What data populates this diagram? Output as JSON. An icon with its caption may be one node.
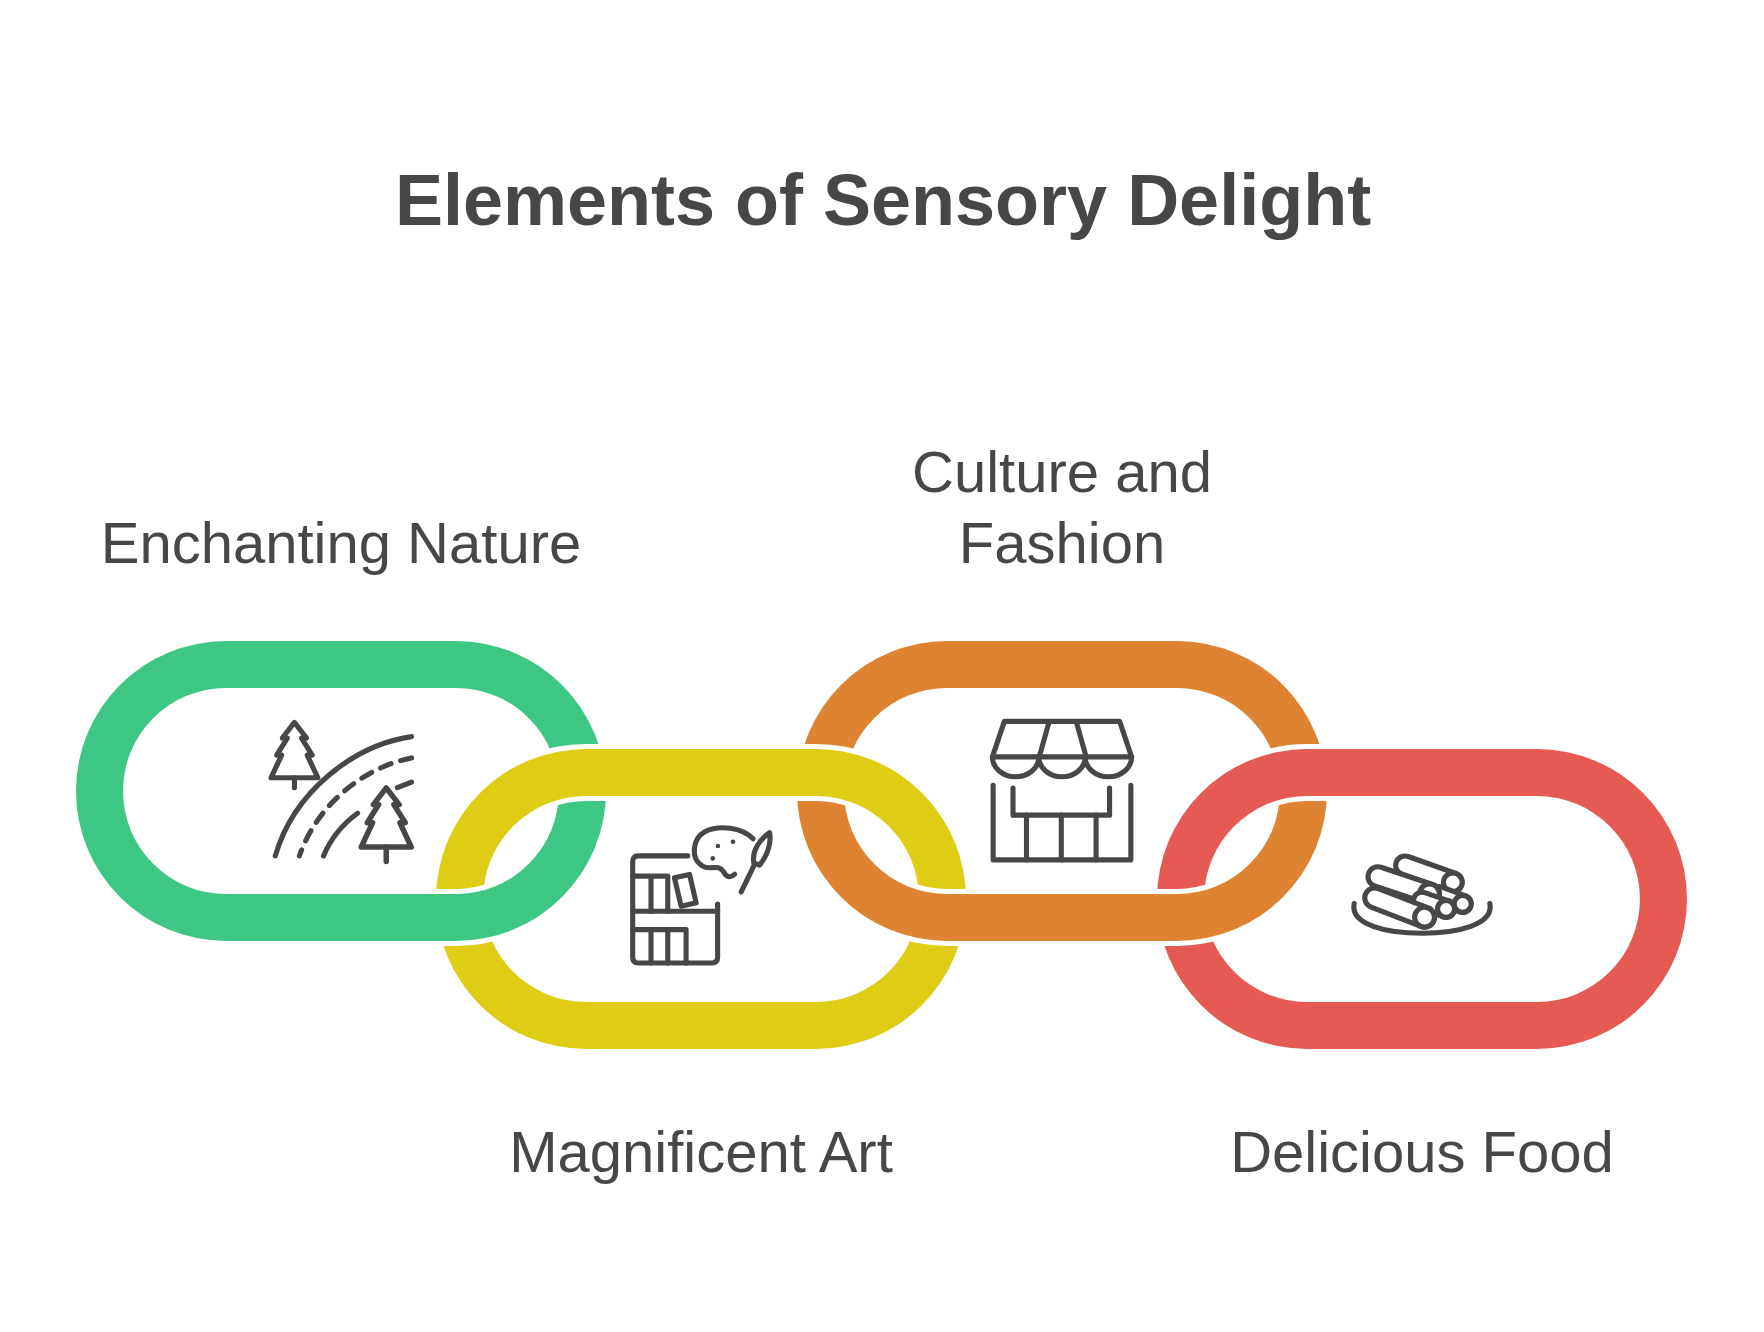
{
  "diagram": {
    "title": "Elements of Sensory Delight",
    "nodes": [
      {
        "text": [
          "Enchanting Nature"
        ]
      },
      {
        "text": [
          "Magnificent Art"
        ]
      },
      {
        "text": [
          "Culture and Fashion"
        ]
      },
      {
        "text": [
          "Delicious Food"
        ]
      }
    ]
  }
}
